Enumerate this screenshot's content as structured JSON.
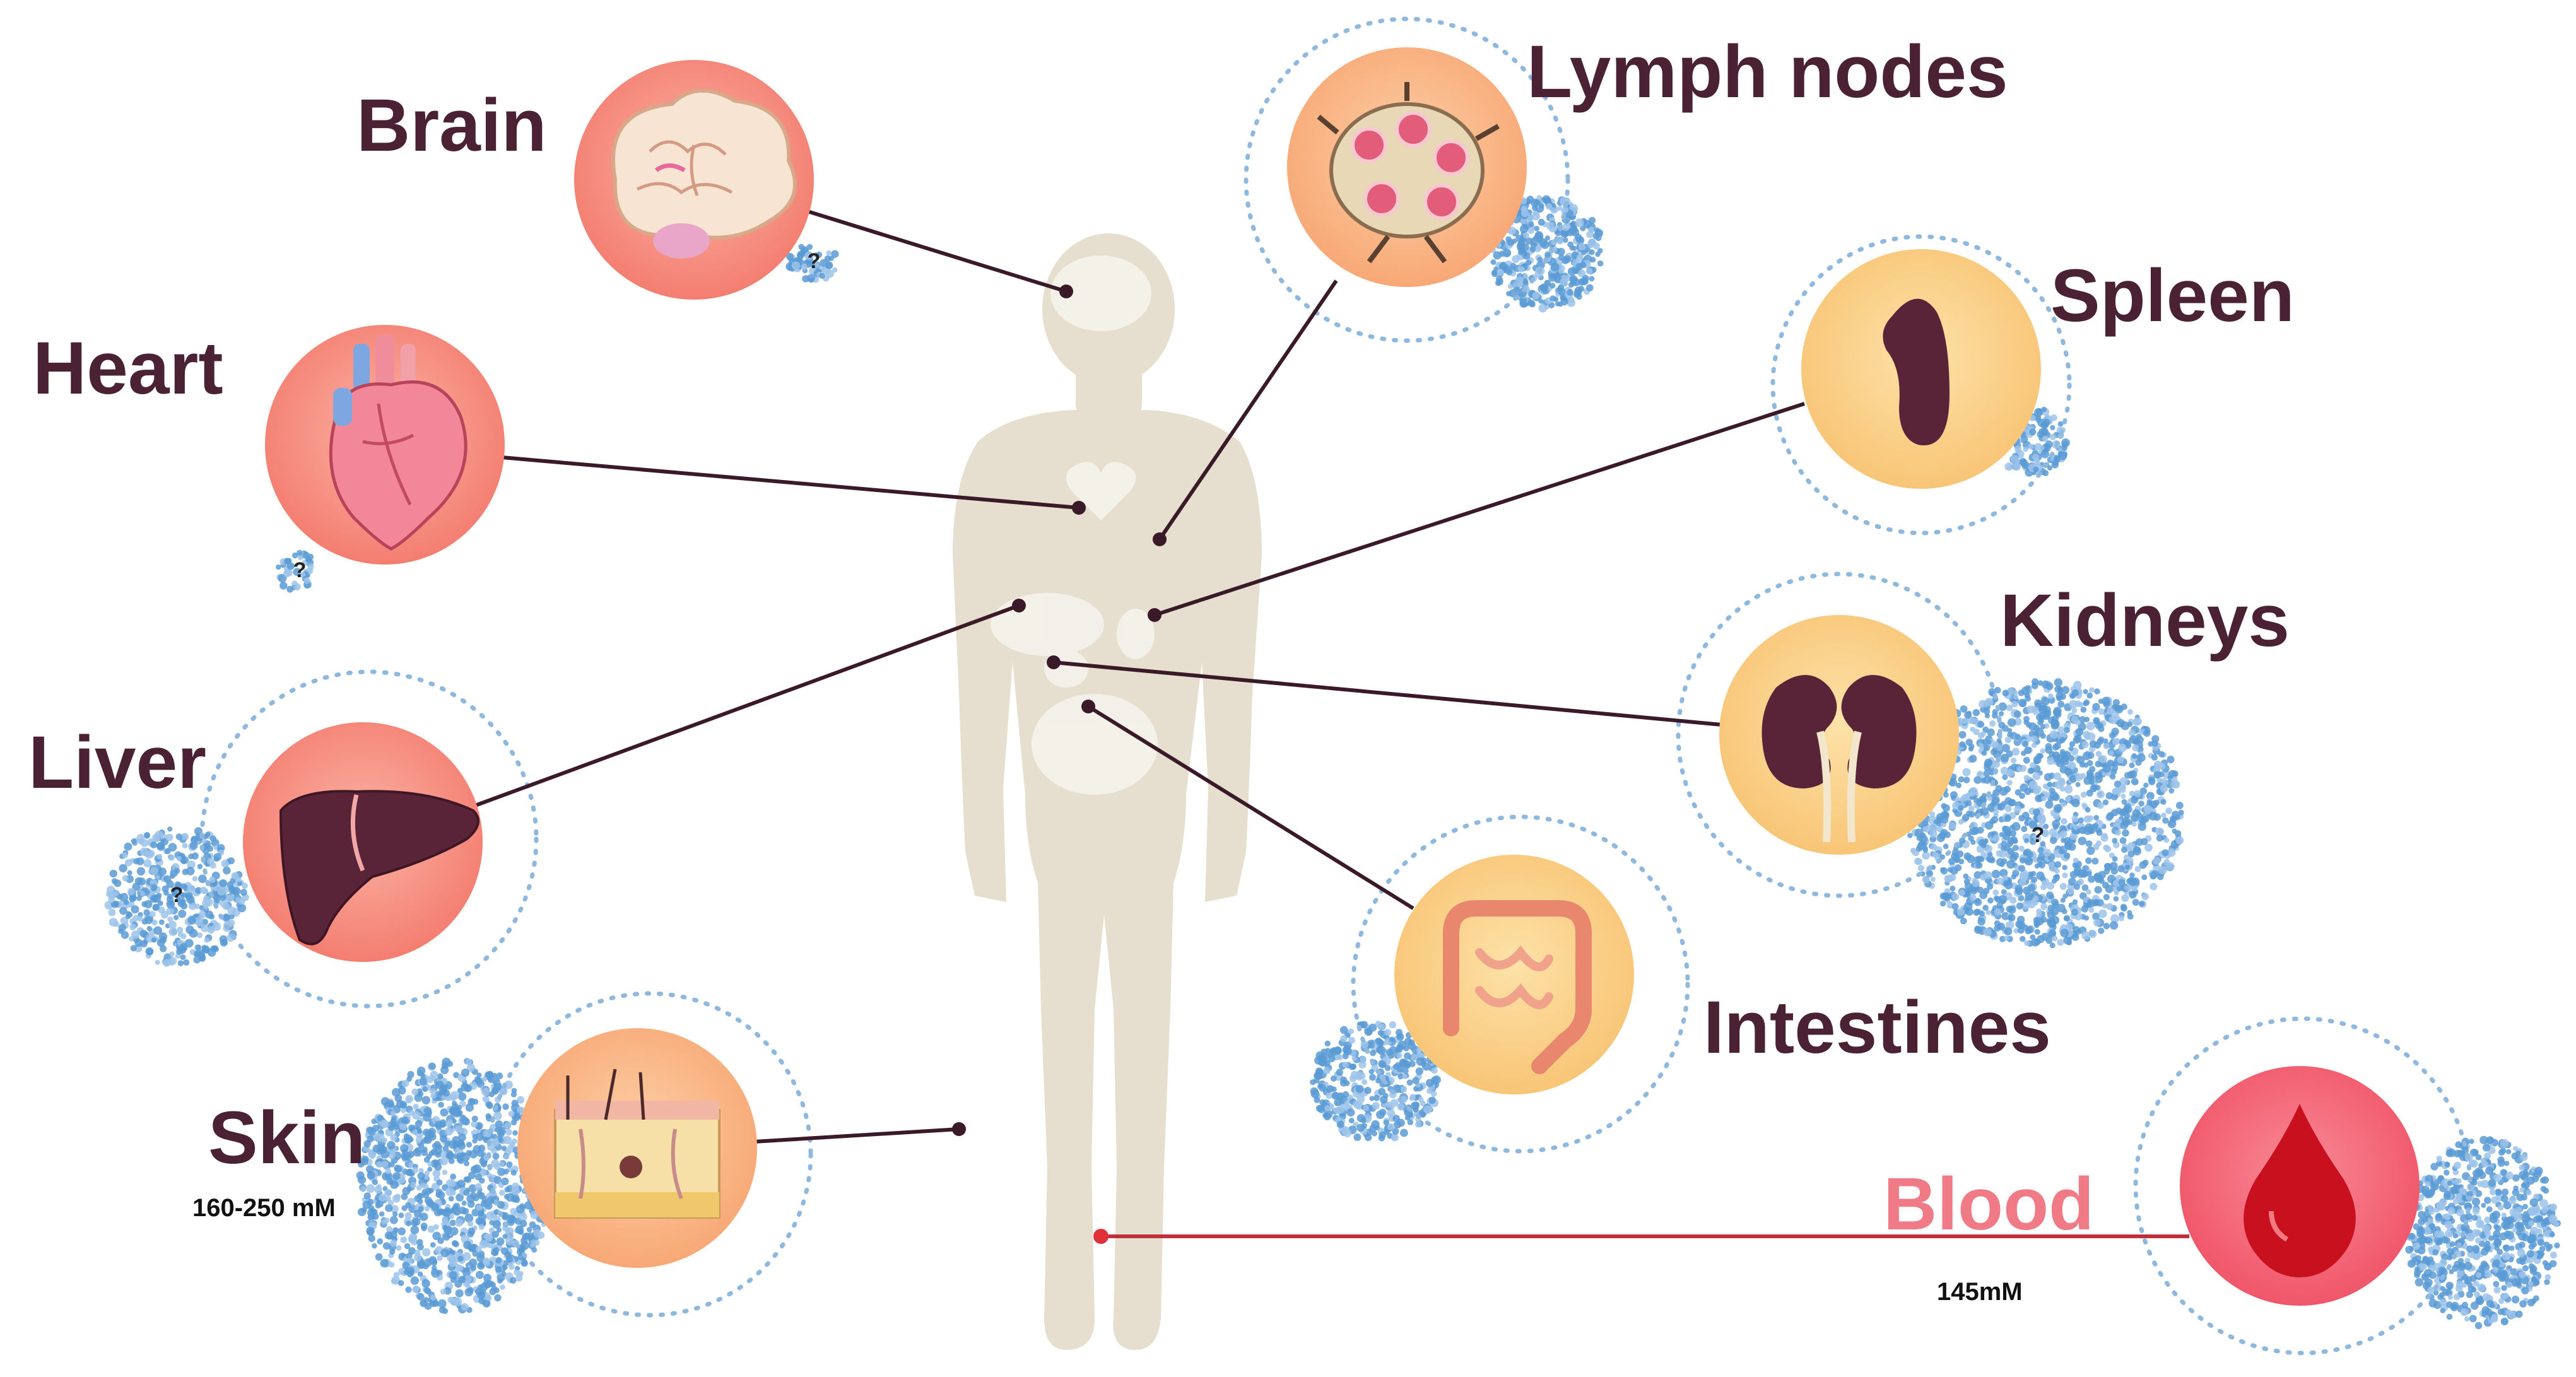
{
  "organs": {
    "brain": {
      "label": "Brain"
    },
    "heart": {
      "label": "Heart"
    },
    "liver": {
      "label": "Liver"
    },
    "skin": {
      "label": "Skin",
      "concentration": "160-250 mM"
    },
    "lymph_nodes": {
      "label": "Lymph nodes"
    },
    "spleen": {
      "label": "Spleen"
    },
    "kidneys": {
      "label": "Kidneys"
    },
    "intestines": {
      "label": "Intestines"
    },
    "blood": {
      "label": "Blood",
      "concentration": "145mM"
    }
  },
  "unknown_marker": "?",
  "colors": {
    "label_text": "#4a2233",
    "blood_label": "#f07a86",
    "body_silhouette": "#e4dccb",
    "connector": "#3a1a28",
    "blood_connector": "#c0303a",
    "particles": "#5b9bd5",
    "circle_red": "#f58a7d",
    "circle_orange": "#f9b78a",
    "circle_yellow": "#f9cf8a",
    "organ_dark": "#5a2438"
  },
  "icons": [
    "brain-icon",
    "heart-icon",
    "liver-icon",
    "skin-icon",
    "lymph-node-icon",
    "spleen-icon",
    "kidneys-icon",
    "intestines-icon",
    "blood-drop-icon",
    "human-body-icon"
  ]
}
